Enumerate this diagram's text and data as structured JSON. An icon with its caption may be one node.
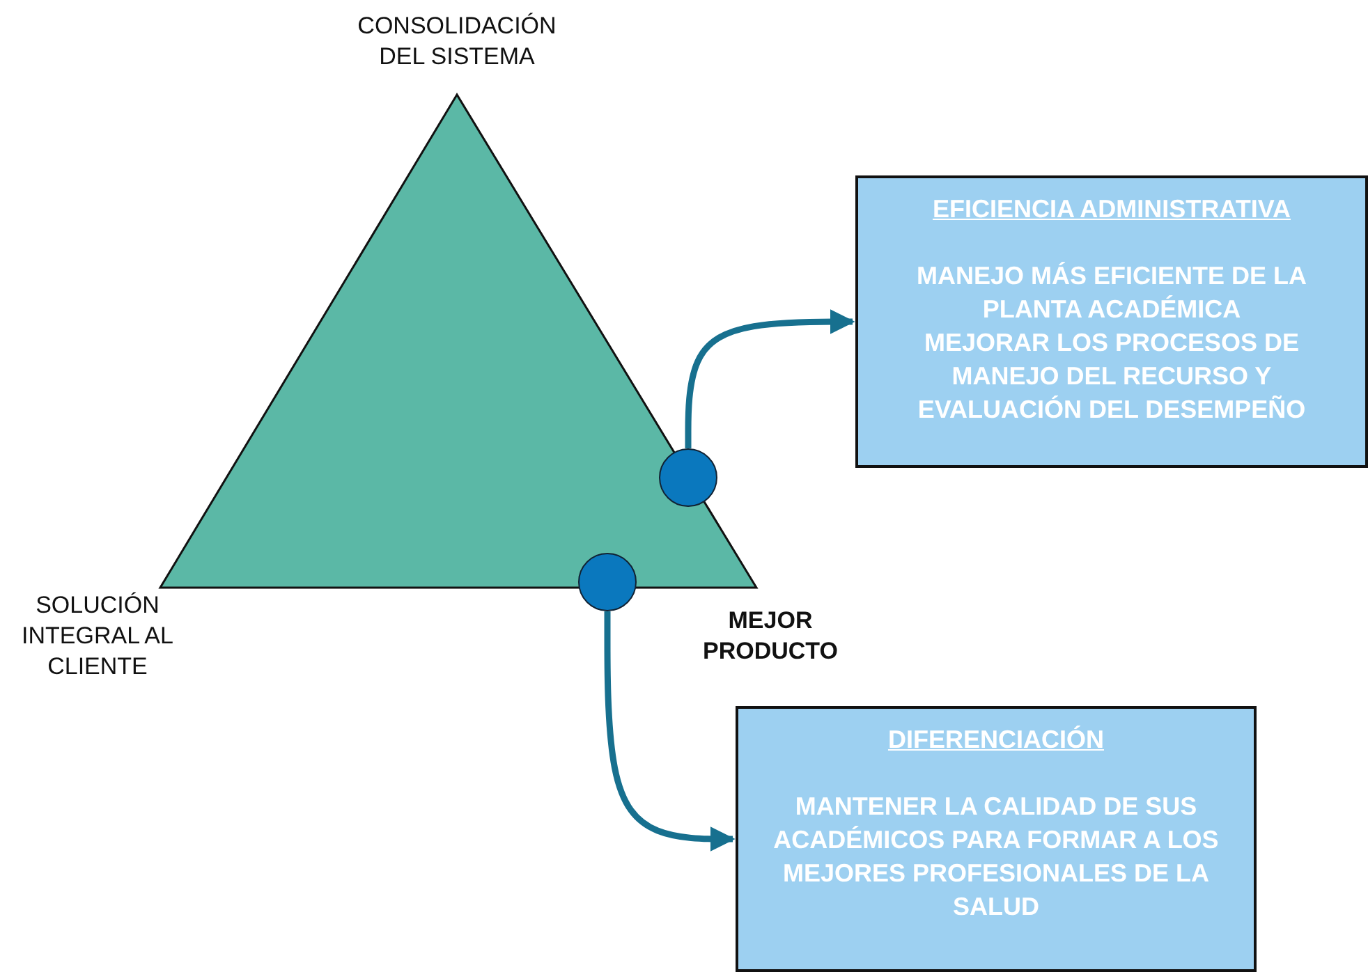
{
  "diagram": {
    "nodes": [
      {
        "text": [],
        "shape": "circle"
      },
      {
        "text": [],
        "shape": "circle"
      },
      {
        "text": [
          "EFICIENCIA ADMINISTRATIVA",
          "MANEJO MÁS EFICIENTE DE LA PLANTA ACADÉMICA",
          "MEJORAR LOS PROCESOS DE MANEJO DEL RECURSO Y EVALUACIÓN DEL DESEMPEÑO"
        ]
      },
      {
        "text": [
          "DIFERENCIACIÓN",
          "MANTENER LA CALIDAD DE SUS ACADÉMICOS PARA FORMAR A LOS MEJORES PROFESIONALES DE LA SALUD"
        ]
      }
    ],
    "edges": [
      {
        "from": 0,
        "to": 2,
        "arrow": "to"
      },
      {
        "from": 1,
        "to": 3,
        "arrow": "to"
      }
    ],
    "labels": [
      "CONSOLIDACIÓN DEL SISTEMA",
      "SOLUCIÓN INTEGRAL AL CLIENTE",
      "MEJOR PRODUCTO"
    ]
  }
}
